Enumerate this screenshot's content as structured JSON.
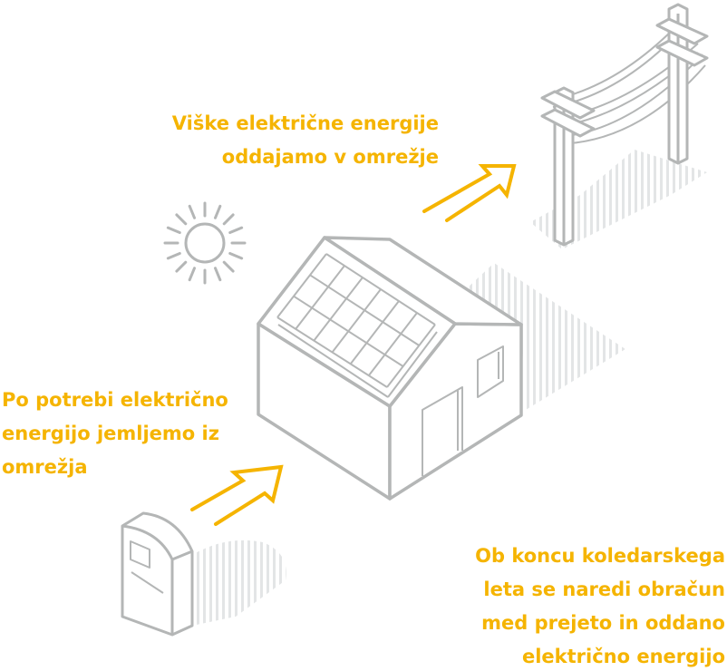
{
  "captions": {
    "export": [
      "Viške električne energije",
      "oddajamo v omrežje"
    ],
    "import": [
      "Po potrebi električno",
      "energijo jemljemo iz",
      "omrežja"
    ],
    "billing": [
      "Ob koncu koledarskega",
      "leta se naredi obračun",
      "med prejeto in oddano",
      "električno energijo"
    ]
  },
  "colors": {
    "accent": "#f5b400",
    "line": "#b4b6b6",
    "hatch": "#e3e5e6"
  },
  "icons": [
    "sun-icon",
    "house-icon",
    "solar-panel-icon",
    "power-pole-icon",
    "electricity-meter-icon",
    "arrow-icon"
  ]
}
